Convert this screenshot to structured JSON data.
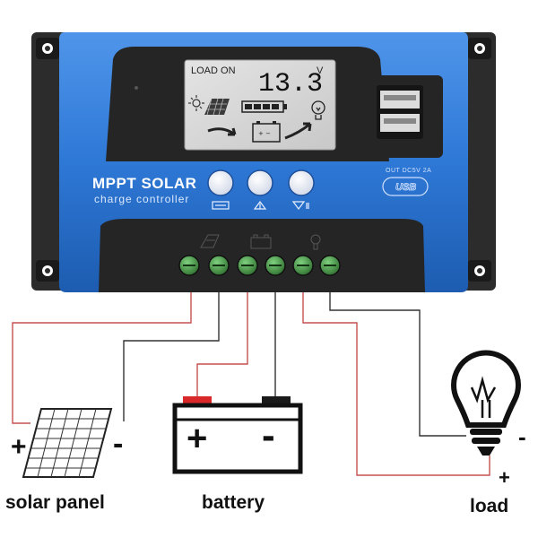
{
  "controller": {
    "title_line1": "MPPT SOLAR",
    "title_line2": "charge controller",
    "usb_spec": "OUT DC5V 2A",
    "usb_logo": "USB",
    "icons": [
      "solar-panel-icon",
      "battery-icon",
      "bulb-icon"
    ]
  },
  "lcd": {
    "status": "LOAD ON",
    "voltage": "13.3",
    "unit": "V"
  },
  "buttons": [
    {
      "name": "menu-button",
      "icon": "menu-icon"
    },
    {
      "name": "up-button",
      "icon": "up-icon"
    },
    {
      "name": "down-button",
      "icon": "down-icon"
    }
  ],
  "terminals": {
    "count": 6,
    "groups": [
      "solar-panel-icon",
      "battery-icon",
      "bulb-icon"
    ]
  },
  "labels": {
    "solar_panel": "solar panel",
    "battery": "battery",
    "load": "load",
    "panel_plus": "+",
    "panel_minus": "-",
    "battery_plus": "+",
    "battery_minus": "-",
    "load_plus": "+",
    "load_minus": "-"
  },
  "colors": {
    "body_blue": "#2e78d6",
    "body_dark": "#2c2c2c",
    "terminal_green": "#3e8a3e",
    "wire_red": "#c45050",
    "wire_black": "#333333",
    "battery_red": "#d8282a"
  }
}
